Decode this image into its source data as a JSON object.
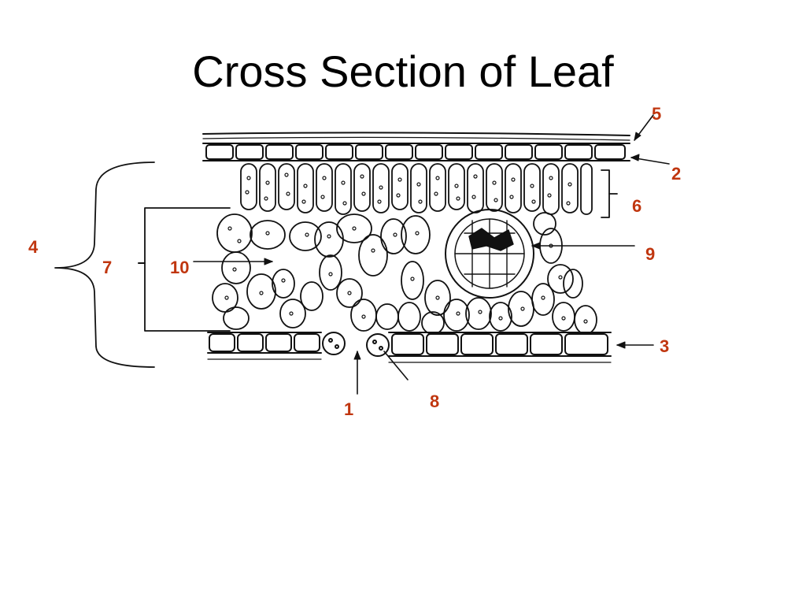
{
  "title": "Cross Section of Leaf",
  "label_color": "#c0360f",
  "labels": {
    "l1": "1",
    "l2": "2",
    "l3": "3",
    "l4": "4",
    "l5": "5",
    "l6": "6",
    "l7": "7",
    "l8": "8",
    "l9": "9",
    "l10": "10"
  }
}
